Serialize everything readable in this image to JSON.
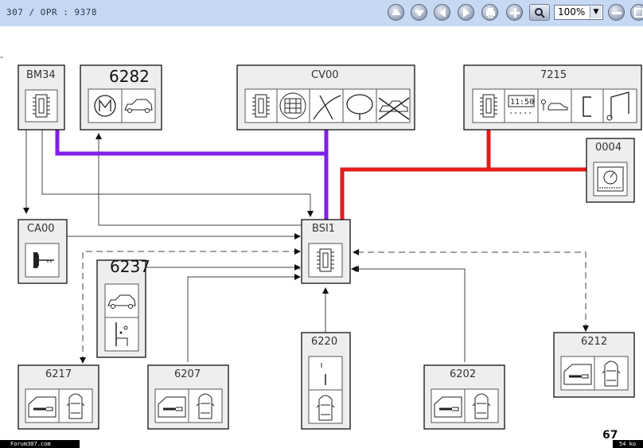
{
  "toolbar": {
    "title": "307 / OPR : 9378",
    "zoom": "100%",
    "buttons": [
      "up-icon",
      "down-icon",
      "back-icon",
      "forward-icon",
      "print-icon",
      "add-icon",
      "zoom-icon",
      "zoom-out-icon",
      "fit-icon"
    ]
  },
  "diagram": {
    "modules": {
      "bm34": "BM34",
      "m6282": "6282",
      "cv00": "CV00",
      "m7215": "7215",
      "m0004": "0004",
      "ca00": "CA00",
      "bsi1": "BSI1",
      "m6237": "6237",
      "m6217": "6217",
      "m6207": "6207",
      "m6220": "6220",
      "m6202": "6202",
      "m6212": "6212"
    },
    "wire_colors": {
      "can_purple": "#7f1fe8",
      "can_red": "#e31b1b"
    }
  },
  "footer": {
    "site": "Forum307.com",
    "size": "54 ko",
    "mark": "67"
  }
}
